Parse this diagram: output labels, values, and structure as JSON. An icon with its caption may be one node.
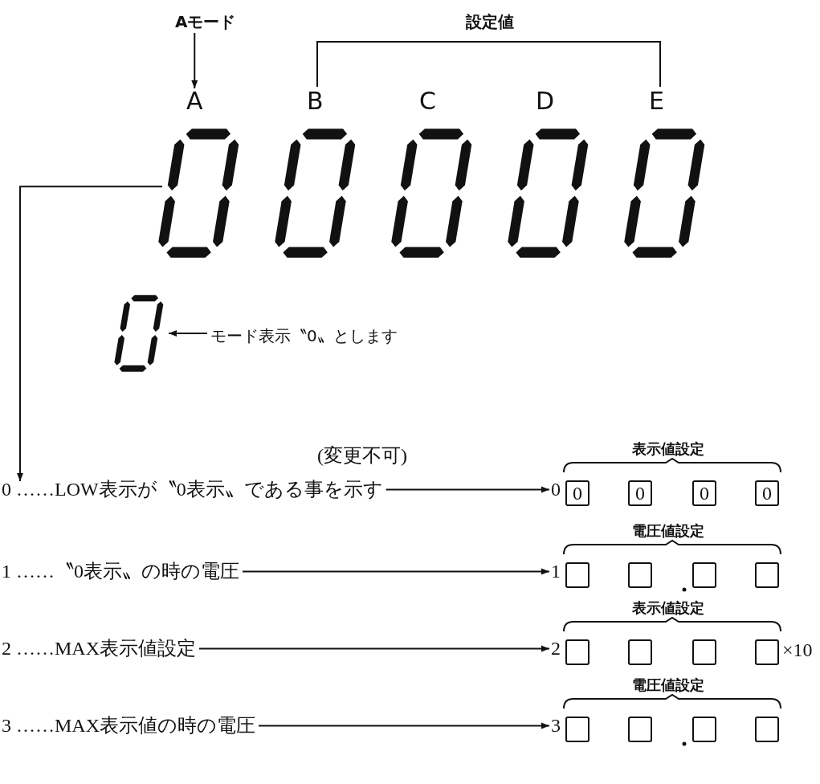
{
  "diagram": {
    "nodes": [
      {
        "text": [
          "Aモード"
        ]
      },
      {
        "text": [
          "A"
        ]
      },
      {
        "text": [],
        "shape": "digit"
      },
      {
        "text": [],
        "shape": "digit"
      },
      {
        "text": [],
        "shape": "digit"
      },
      {
        "text": [],
        "shape": "digit"
      },
      {
        "text": [],
        "shape": "digit"
      },
      {
        "text": [],
        "shape": "digit"
      },
      {
        "text": [
          "モード表示〝0〟とします"
        ]
      },
      {
        "text": [
          "0 ……LOW表示が〝0表示〟である事を示す"
        ]
      },
      {
        "text": [
          "0"
        ]
      },
      {
        "text": [
          "0"
        ]
      },
      {
        "text": [
          "0"
        ]
      },
      {
        "text": [
          "0"
        ]
      },
      {
        "text": [
          "0"
        ]
      },
      {
        "text": [
          "1 ……〝0表示〟の時の電圧"
        ]
      },
      {
        "text": [
          "1"
        ]
      },
      {
        "text": [],
        "shape": "box"
      },
      {
        "text": [],
        "shape": "box"
      },
      {
        "text": [],
        "shape": "box"
      },
      {
        "text": [],
        "shape": "box"
      },
      {
        "text": [
          "2 ……MAX表示値設定"
        ]
      },
      {
        "text": [
          "2"
        ]
      },
      {
        "text": [],
        "shape": "box"
      },
      {
        "text": [],
        "shape": "box"
      },
      {
        "text": [],
        "shape": "box"
      },
      {
        "text": [],
        "shape": "box"
      },
      {
        "text": [
          "3 ……MAX表示値の時の電圧"
        ]
      },
      {
        "text": [
          "3"
        ]
      },
      {
        "text": [],
        "shape": "box"
      },
      {
        "text": [],
        "shape": "box"
      },
      {
        "text": [],
        "shape": "box"
      },
      {
        "text": [],
        "shape": "box"
      }
    ],
    "edges": [
      {
        "from": 0,
        "to": 1,
        "arrow": "to"
      },
      {
        "from": 2,
        "to": 9,
        "arrow": "to"
      },
      {
        "from": 8,
        "to": 7,
        "arrow": "to"
      },
      {
        "from": 9,
        "to": 10,
        "arrow": "to"
      },
      {
        "from": 15,
        "to": 16,
        "arrow": "to"
      },
      {
        "from": 21,
        "to": 22,
        "arrow": "to"
      },
      {
        "from": 27,
        "to": 28,
        "arrow": "to"
      }
    ],
    "labels": [
      "設定値",
      "B",
      "C",
      "D",
      "E",
      "(変更不可)",
      "表示値設定",
      "電圧値設定",
      "表示値設定",
      "×10",
      "電圧値設定"
    ]
  }
}
